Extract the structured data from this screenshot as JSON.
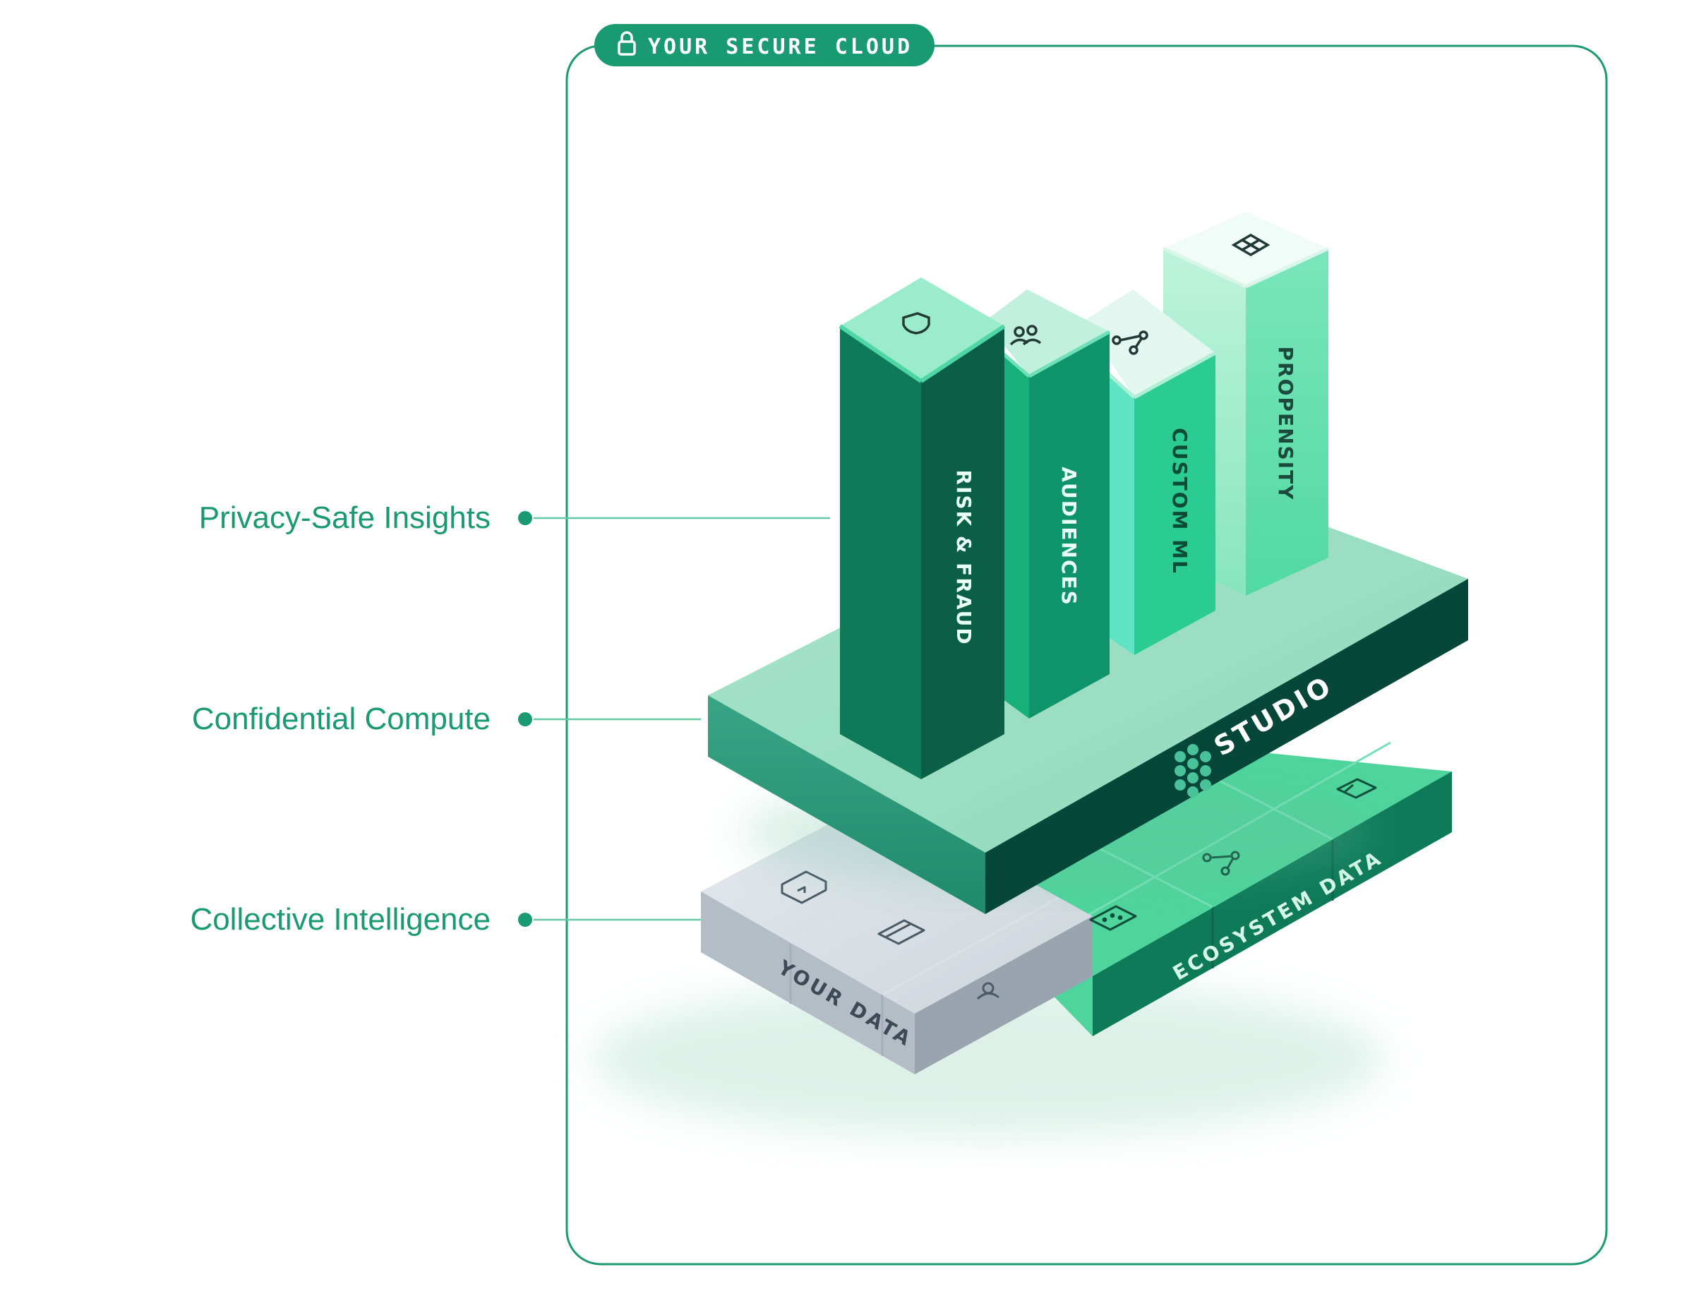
{
  "badge": {
    "label": "YOUR SECURE CLOUD",
    "icon": "lock-icon"
  },
  "layers": [
    {
      "label": "Privacy-Safe Insights"
    },
    {
      "label": "Confidential Compute"
    },
    {
      "label": "Collective Intelligence"
    }
  ],
  "columns": [
    {
      "label": "RISK & FRAUD",
      "icon": "shield-icon"
    },
    {
      "label": "AUDIENCES",
      "icon": "people-icon"
    },
    {
      "label": "CUSTOM ML",
      "icon": "nodes-icon"
    },
    {
      "label": "PROPENSITY",
      "icon": "grid-icon"
    }
  ],
  "studio": {
    "label": "STUDIO",
    "icon": "dots-logo-icon"
  },
  "data_blocks": {
    "your_data": "YOUR DATA",
    "ecosystem_data": "ECOSYSTEM DATA"
  },
  "colors": {
    "accent": "#1a9a70",
    "dark_green": "#0b6e52",
    "mid_green": "#2fc08c",
    "light_green": "#93dcc0",
    "gray": "#c7d0d8"
  }
}
